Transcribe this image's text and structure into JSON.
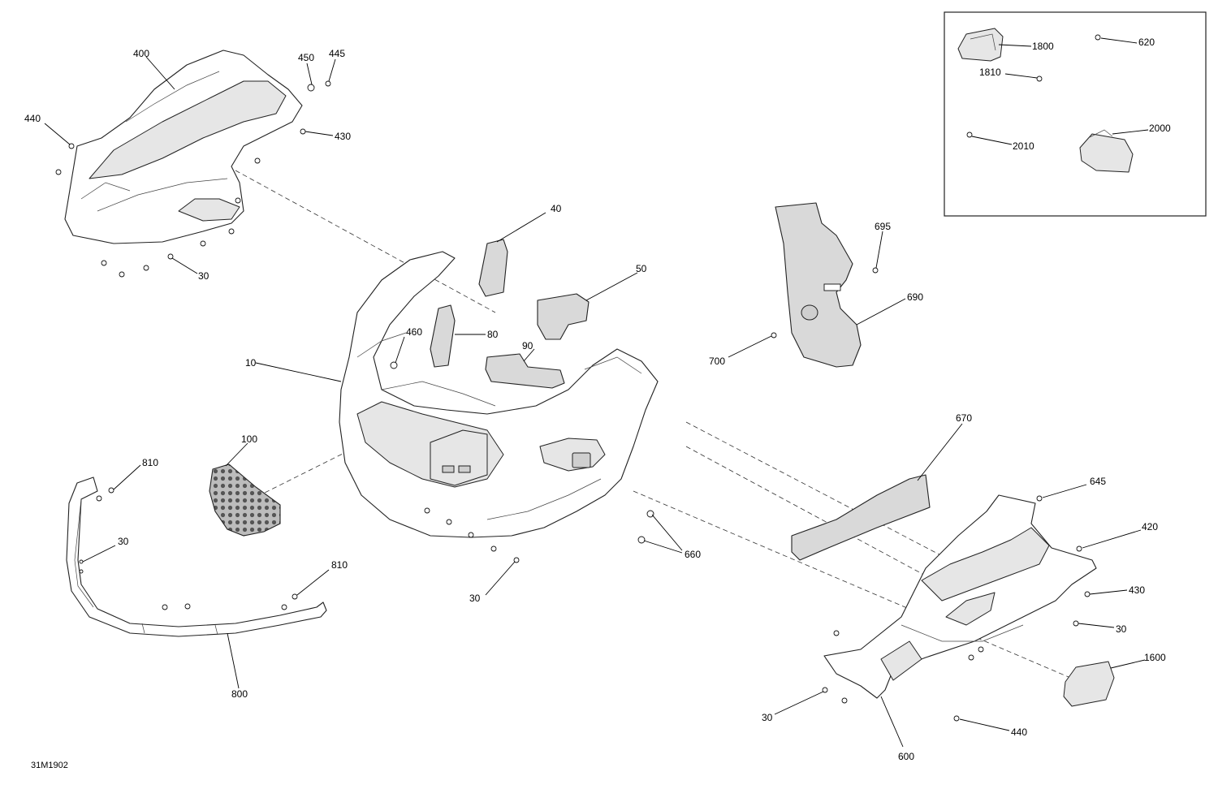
{
  "diagram_id": "31M1902",
  "callouts": [
    {
      "id": "c400",
      "text": "400"
    },
    {
      "id": "c450",
      "text": "450"
    },
    {
      "id": "c445",
      "text": "445"
    },
    {
      "id": "c440a",
      "text": "440"
    },
    {
      "id": "c430a",
      "text": "430"
    },
    {
      "id": "c30a",
      "text": "30"
    },
    {
      "id": "c40",
      "text": "40"
    },
    {
      "id": "c50",
      "text": "50"
    },
    {
      "id": "c460",
      "text": "460"
    },
    {
      "id": "c80",
      "text": "80"
    },
    {
      "id": "c90",
      "text": "90"
    },
    {
      "id": "c10",
      "text": "10"
    },
    {
      "id": "c695",
      "text": "695"
    },
    {
      "id": "c690",
      "text": "690"
    },
    {
      "id": "c700",
      "text": "700"
    },
    {
      "id": "c670",
      "text": "670"
    },
    {
      "id": "c645",
      "text": "645"
    },
    {
      "id": "c420",
      "text": "420"
    },
    {
      "id": "c430b",
      "text": "430"
    },
    {
      "id": "c30e",
      "text": "30"
    },
    {
      "id": "c1600",
      "text": "1600"
    },
    {
      "id": "c30f",
      "text": "30"
    },
    {
      "id": "c440b",
      "text": "440"
    },
    {
      "id": "c600",
      "text": "600"
    },
    {
      "id": "c100",
      "text": "100"
    },
    {
      "id": "c810a",
      "text": "810"
    },
    {
      "id": "c30b",
      "text": "30"
    },
    {
      "id": "c810b",
      "text": "810"
    },
    {
      "id": "c800",
      "text": "800"
    },
    {
      "id": "c30c",
      "text": "30"
    },
    {
      "id": "c660",
      "text": "660"
    }
  ],
  "inset": {
    "callouts": [
      {
        "id": "c1800",
        "text": "1800"
      },
      {
        "id": "c620",
        "text": "620"
      },
      {
        "id": "c1810",
        "text": "1810"
      },
      {
        "id": "c2000",
        "text": "2000"
      },
      {
        "id": "c2010",
        "text": "2010"
      }
    ]
  }
}
